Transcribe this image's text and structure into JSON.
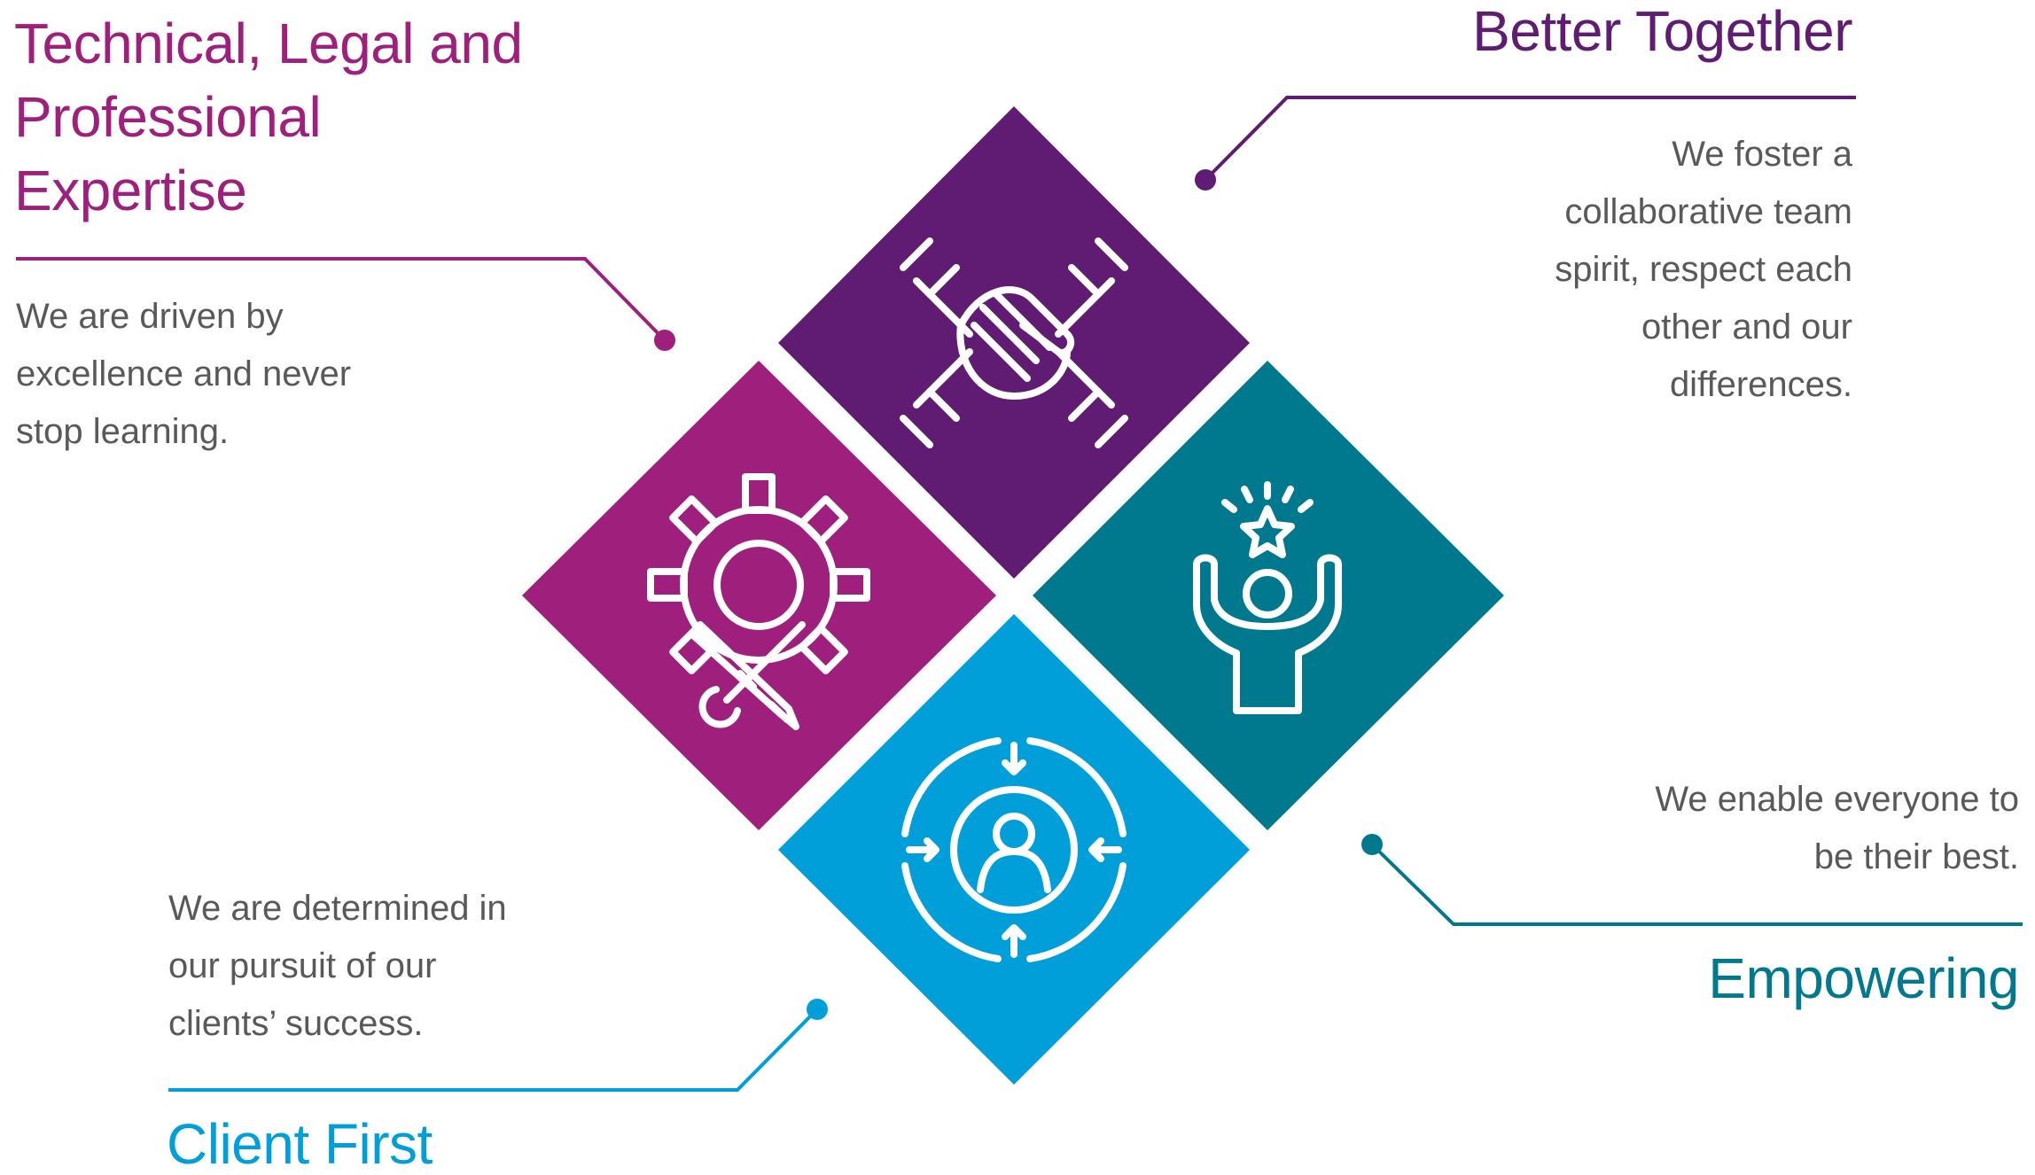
{
  "colors": {
    "magenta": "#9E1F7C",
    "purple": "#5F1C72",
    "teal": "#00798F",
    "blue": "#009FDA",
    "body_text": "#595959"
  },
  "values": {
    "technical": {
      "title": [
        "Technical, Legal and",
        "Professional",
        "Expertise"
      ],
      "description": [
        "We are driven by",
        "excellence and never",
        "stop learning."
      ],
      "icon": "gear-wrench-pencil-icon"
    },
    "together": {
      "title": [
        "Better Together"
      ],
      "description": [
        "We foster a",
        "collaborative team",
        "spirit, respect each",
        "other and our",
        "differences."
      ],
      "icon": "joined-hands-icon"
    },
    "empowering": {
      "title": [
        "Empowering"
      ],
      "description": [
        "We enable everyone to",
        "be their best."
      ],
      "icon": "person-star-icon"
    },
    "client": {
      "title": [
        "Client First"
      ],
      "description": [
        "We are determined in",
        "our pursuit of our",
        "clients’ success."
      ],
      "icon": "client-focus-icon"
    }
  }
}
